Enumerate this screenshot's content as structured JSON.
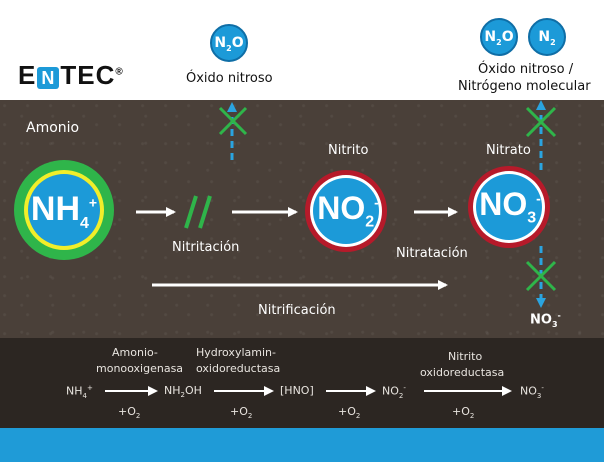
{
  "logo": {
    "pre": "E",
    "mark": "N",
    "post": "TEC",
    "reg": "®"
  },
  "top": {
    "badge1": {
      "main": "N",
      "sub": "2",
      "tail": "O"
    },
    "label1": "Óxido nitroso",
    "badge2": {
      "main": "N",
      "sub": "2",
      "tail": "O"
    },
    "badge3": {
      "main": "N",
      "sub": "2"
    },
    "label2a": "Óxido nitroso /",
    "label2b": "Nitrógeno molecular"
  },
  "soil": {
    "amonio": "Amonio",
    "nh4": {
      "main": "NH",
      "sub": "4",
      "sup": "+"
    },
    "nitrito": "Nitrito",
    "no2": {
      "main": "NO",
      "sub": "2",
      "sup": "-"
    },
    "nitrato": "Nitrato",
    "no3": {
      "main": "NO",
      "sub": "3",
      "sup": "-"
    },
    "nitritacion": "Nitritación",
    "nitratacion": "Nitratación",
    "nitrificacion": "Nitrificación",
    "leach": {
      "main": "NO",
      "sub": "3",
      "sup": "-"
    }
  },
  "band": {
    "enzyme1a": "Amonio-",
    "enzyme1b": "monooxigenasa",
    "enzyme2a": "Hydroxylamin-",
    "enzyme2b": "oxidoreductasa",
    "enzyme3a": "Nitrito",
    "enzyme3b": "oxidoreductasa",
    "s1": {
      "main": "NH",
      "sub": "4",
      "sup": "+"
    },
    "s2": {
      "main": "NH",
      "sub": "2",
      "tail": "OH"
    },
    "s3": "[HNO]",
    "s4": {
      "main": "NO",
      "sub": "2",
      "sup": "-"
    },
    "s5": {
      "main": "NO",
      "sub": "3",
      "sup": "-"
    },
    "o2": {
      "main": "+O",
      "sub": "2"
    }
  }
}
